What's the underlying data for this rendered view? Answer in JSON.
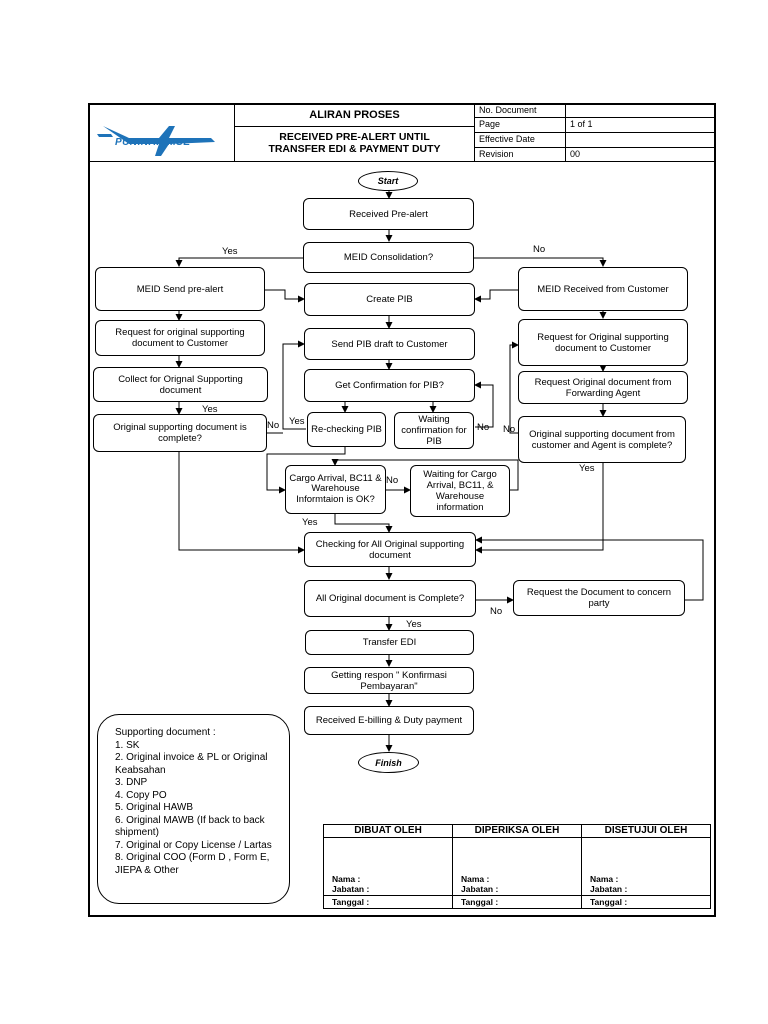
{
  "header": {
    "logo_text": "PUNINAR MSE",
    "title": "ALIRAN PROSES",
    "subtitle": "RECEIVED PRE-ALERT UNTIL TRANSFER EDI & PAYMENT DUTY",
    "meta": [
      {
        "label": "No. Document",
        "value": ""
      },
      {
        "label": "Page",
        "value": "1 of 1"
      },
      {
        "label": "Effective Date",
        "value": ""
      },
      {
        "label": "Revision",
        "value": "00"
      }
    ]
  },
  "flow": {
    "start": "Start",
    "finish": "Finish",
    "received_prealert": "Received Pre-alert",
    "meid_consolidation": "MEID Consolidation?",
    "meid_send_prealert": "MEID Send pre-alert",
    "create_pib": "Create PIB",
    "meid_received_customer": "MEID Received from Customer",
    "request_original_left": "Request for original supporting document to Customer",
    "send_pib_draft": "Send PIB draft to Customer",
    "request_original_right": "Request for Original supporting document to Customer",
    "collect_original": "Collect for Orignal Supporting document",
    "get_confirmation": "Get Confirmation for PIB?",
    "request_forwarding": "Request Original document from Forwarding Agent",
    "original_complete_left": "Original supporting document is complete?",
    "rechecking_pib": "Re-checking PIB",
    "waiting_confirmation": "Waiting confirmation for PIB",
    "original_complete_right": "Original supporting document from customer and Agent is complete?",
    "cargo_arrival": "Cargo Arrival, BC11 & Warehouse Informtaion is OK?",
    "waiting_cargo": "Waiting for Cargo Arrival, BC11, & Warehouse information",
    "checking_all": "Checking for All Original supporting document",
    "all_complete": "All Original document is Complete?",
    "request_concern": "Request the Document to concern party",
    "transfer_edi": "Transfer EDI",
    "getting_respon": "Getting respon \" Konfirmasi Pembayaran\"",
    "received_ebilling": "Received E-billing & Duty payment",
    "labels": {
      "yes": "Yes",
      "no": "No"
    }
  },
  "supporting_document": {
    "title": "Supporting document :",
    "items": [
      "1. SK",
      "2. Original invoice & PL or Original Keabsahan",
      "3. DNP",
      "4. Copy PO",
      "5. Original HAWB",
      "6. Original MAWB (If back to back shipment)",
      "7. Original or Copy License / Lartas",
      "8. Original COO (Form D , Form E, JIEPA & Other"
    ]
  },
  "signatures": {
    "columns": [
      "DIBUAT OLEH",
      "DIPERIKSA OLEH",
      "DISETUJUI OLEH"
    ],
    "nama": "Nama     :",
    "jabatan": "Jabatan :",
    "tanggal": "Tanggal :"
  },
  "colors": {
    "logo_blue": "#1e73b9",
    "line": "#000000"
  }
}
